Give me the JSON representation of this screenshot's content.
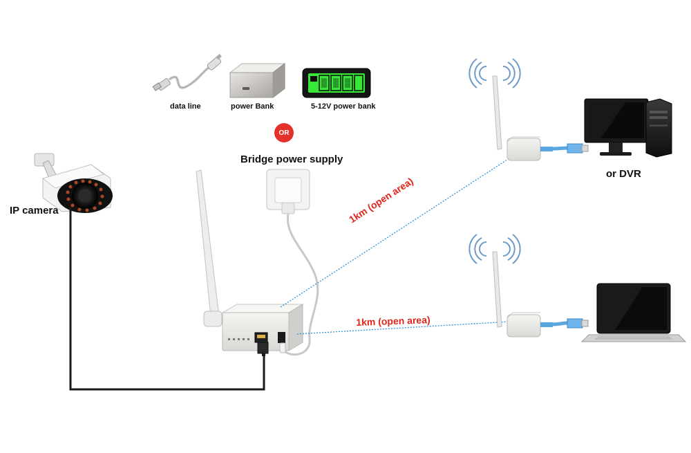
{
  "labels": {
    "data_line": "data line",
    "power_bank": "power Bank",
    "power_bank_12v": "5-12V power bank",
    "or": "OR",
    "bridge_supply": "Bridge power supply",
    "ip_camera": "IP camera",
    "or_dvr": "or DVR",
    "link_top": "1km (open area)",
    "link_bottom": "1km (open area)"
  },
  "colors": {
    "cable": "#1a1a1a",
    "link": "#2b8fd6",
    "label_red": "#e0251b",
    "or_badge": "#e4322b",
    "ethernet": "#5aa6e0",
    "screen_green": "#39e63a"
  },
  "icons": [
    "data-line-icon",
    "power-bank-icon",
    "battery-pack-icon",
    "wall-adapter-icon",
    "ip-camera-icon",
    "bridge-device-icon",
    "wifi-signal-icon",
    "desktop-pc-icon",
    "laptop-icon"
  ]
}
